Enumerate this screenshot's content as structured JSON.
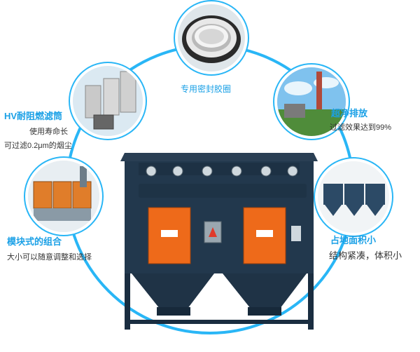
{
  "colors": {
    "accent": "#1aa0e6",
    "ring": "#29b6f6",
    "machine_body": "#22384d",
    "door_orange": "#ee6a1a",
    "text_dark": "#333333"
  },
  "features": {
    "top": {
      "title": "专用密封胶圈"
    },
    "upper_left": {
      "title": "HV耐阻燃滤筒",
      "desc1": "使用寿命长",
      "desc2": "可过滤0.2μm的烟尘"
    },
    "upper_right": {
      "title": "超净排放",
      "desc1": "过滤效果达到99%"
    },
    "lower_left": {
      "title": "模块式的组合",
      "desc1": "大小可以随意调整和选择"
    },
    "lower_right": {
      "title": "占地面积小",
      "desc1": "结构紧凑，体积小"
    }
  },
  "machine": {
    "label_left": "",
    "label_right": ""
  }
}
